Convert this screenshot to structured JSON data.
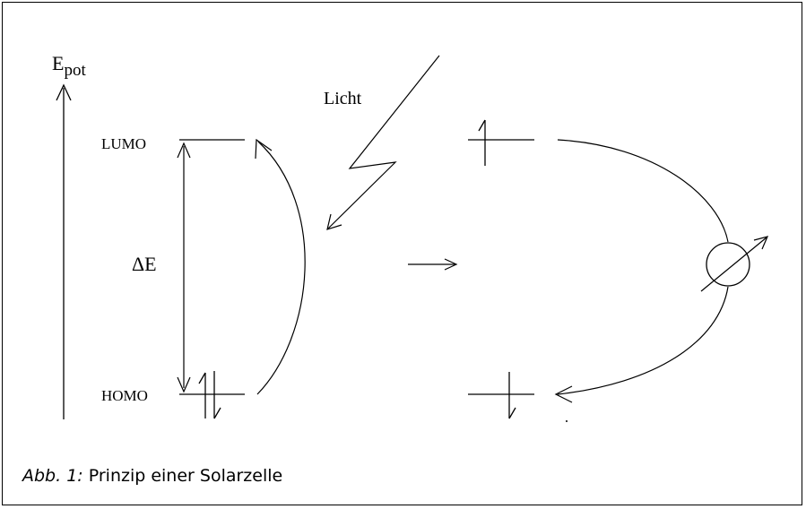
{
  "diagram": {
    "axis_label_main": "E",
    "axis_label_sub": "pot",
    "lumo_label": "LUMO",
    "homo_label": "HOMO",
    "delta_e_label": "ΔE",
    "light_label": "Licht"
  },
  "caption": {
    "abbr": "Abb. 1:",
    "text": "Prinzip einer Solarzelle"
  }
}
